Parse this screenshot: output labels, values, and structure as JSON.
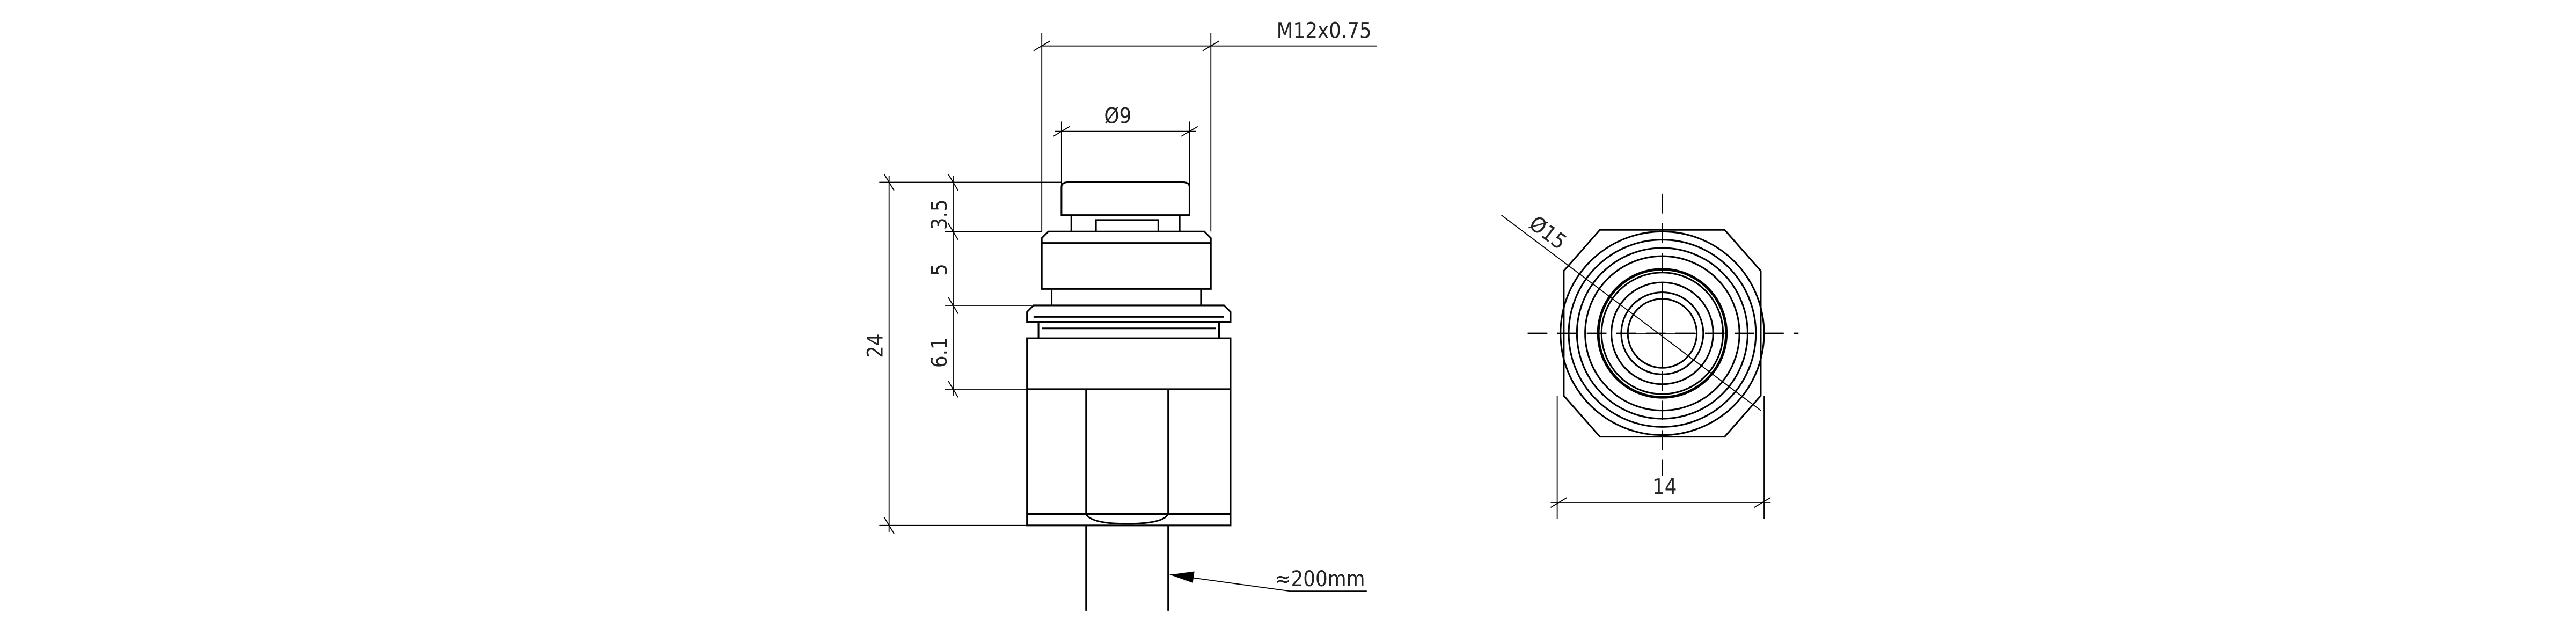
{
  "side_view": {
    "thread_label": "M12x0.75",
    "tip_diameter_label": "Ø9",
    "total_height_label": "24",
    "dim_tip_height": "3.5",
    "dim_hex_height": "5",
    "dim_flange_height": "6.1",
    "cable_length_label": "≈200mm"
  },
  "end_view": {
    "outer_diameter_label": "Ø15",
    "width_across_flats_label": "14"
  },
  "colors": {
    "line": "#000000",
    "background": "#ffffff"
  }
}
